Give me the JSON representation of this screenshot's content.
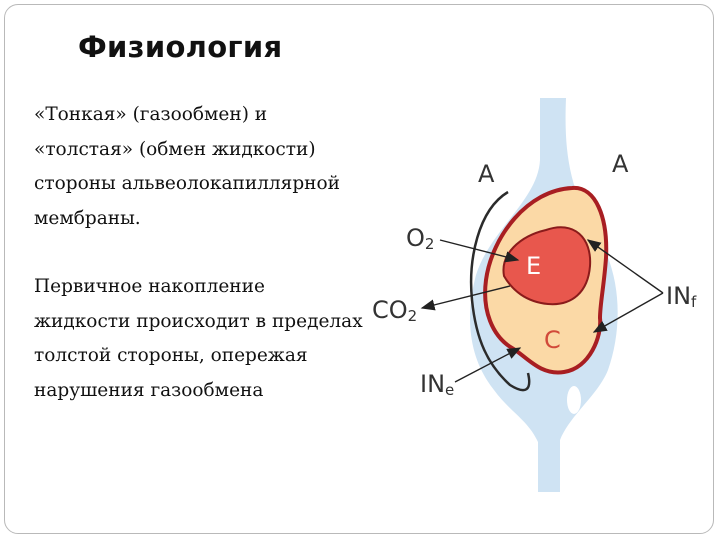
{
  "title": "Физиология",
  "paragraph1": "«Тонкая» (газообмен) и «толстая» (обмен жидкости) стороны альвеолокапиллярной мембраны.",
  "paragraph2": "Первичное накопление жидкости происходит в пределах толстой стороны, опережая нарушения газообмена",
  "diagram": {
    "label_a_left": "A",
    "label_a_right": "A",
    "label_o2": "O",
    "label_o2_sub": "2",
    "label_co2": "CO",
    "label_co2_sub": "2",
    "label_e": "E",
    "label_c": "C",
    "label_inf": "IN",
    "label_inf_sub": "f",
    "label_ine": "IN",
    "label_ine_sub": "e"
  },
  "colors": {
    "vessel": "#cfe3f3",
    "capillary_fill": "#fbd9a6",
    "capillary_border": "#a81e22",
    "erythrocyte": "#e8574d",
    "label_red": "#d14a3a"
  }
}
